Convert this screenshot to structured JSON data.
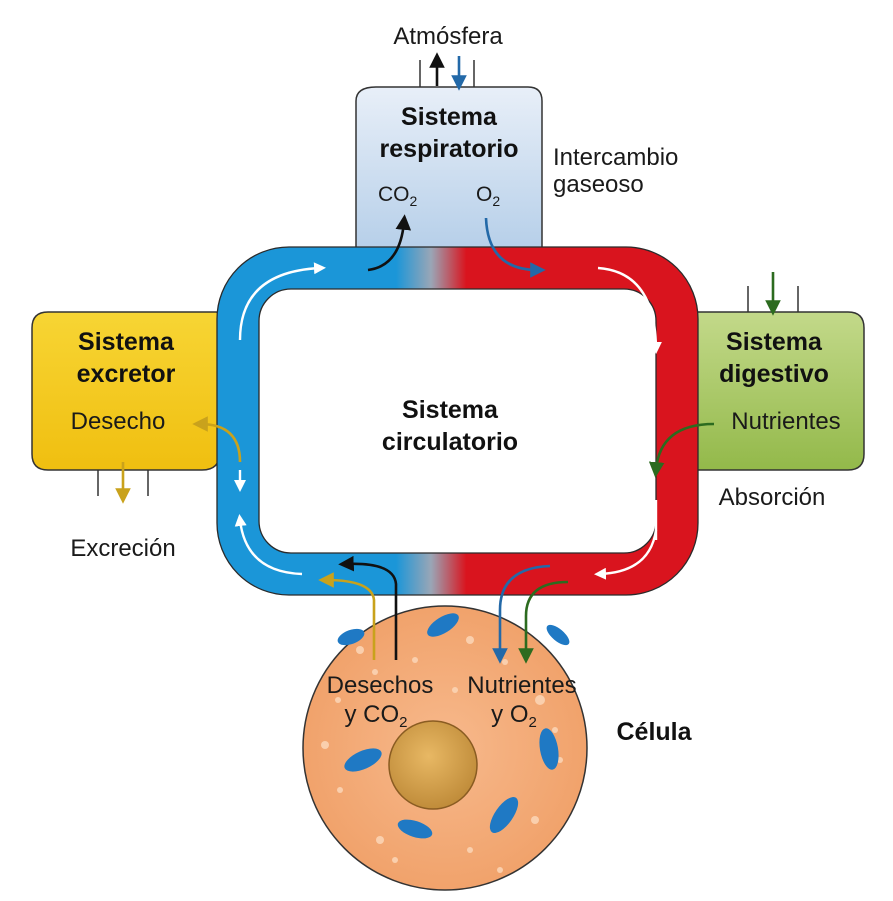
{
  "labels": {
    "atmosphere": "Atmósfera",
    "gas_exchange_1": "Intercambio",
    "gas_exchange_2": "gaseoso",
    "absorption": "Absorción",
    "excretion": "Excreción",
    "cell": "Célula"
  },
  "respiratory": {
    "title_1": "Sistema",
    "title_2": "respiratorio",
    "co2": "CO",
    "co2_sub": "2",
    "o2": "O",
    "o2_sub": "2"
  },
  "excretory": {
    "title_1": "Sistema",
    "title_2": "excretor",
    "waste": "Desecho"
  },
  "digestive": {
    "title_1": "Sistema",
    "title_2": "digestivo",
    "nutrients": "Nutrientes"
  },
  "circulatory": {
    "title_1": "Sistema",
    "title_2": "circulatorio"
  },
  "cell_labels": {
    "wastes_1": "Desechos",
    "wastes_2_prefix": "y CO",
    "wastes_2_sub": "2",
    "nutrients_1": "Nutrientes",
    "nutrients_2_prefix": "y O",
    "nutrients_2_sub": "2"
  },
  "colors": {
    "deoxygenated_blue": "#1b96d8",
    "oxygenated_red": "#d9141e",
    "excretory_yellow": "#f2cb1c",
    "digestive_green": "#a9c95a",
    "respiratory_blue": "#c7dcef",
    "cell_orange": "#f6ae7c",
    "waste_arrow": "#c9a21c",
    "o2_arrow": "#2369a8",
    "nutrient_arrow": "#2c6b1f"
  }
}
